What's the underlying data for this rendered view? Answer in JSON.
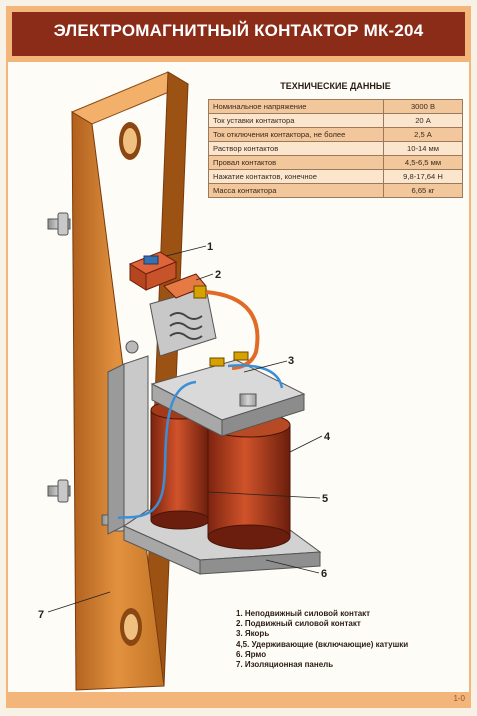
{
  "title": "ЭЛЕКТРОМАГНИТНЫЙ КОНТАКТОР МК-204",
  "specs": {
    "title": "ТЕХНИЧЕСКИЕ ДАННЫЕ",
    "rows": [
      {
        "label": "Номинальное напряжение",
        "value": "3000 В"
      },
      {
        "label": "Ток уставки контактора",
        "value": "20 А"
      },
      {
        "label": "Ток отключения контактора, не более",
        "value": "2,5 А"
      },
      {
        "label": "Раствор контактов",
        "value": "10-14 мм"
      },
      {
        "label": "Провал контактов",
        "value": "4,5-6,5 мм"
      },
      {
        "label": "Нажатие контактов, конечное",
        "value": "9,8-17,64 Н"
      },
      {
        "label": "Масса контактора",
        "value": "6,65 кг"
      }
    ]
  },
  "callouts": [
    "1",
    "2",
    "3",
    "4",
    "5",
    "6",
    "7"
  ],
  "legend": [
    "1. Неподвижный силовой контакт",
    "2. Подвижный силовой контакт",
    "3. Якорь",
    "4,5. Удерживающие (включающие) катушки",
    "6. Ярмо",
    "7. Изоляционная панель"
  ],
  "footer_mark": "1-0"
}
